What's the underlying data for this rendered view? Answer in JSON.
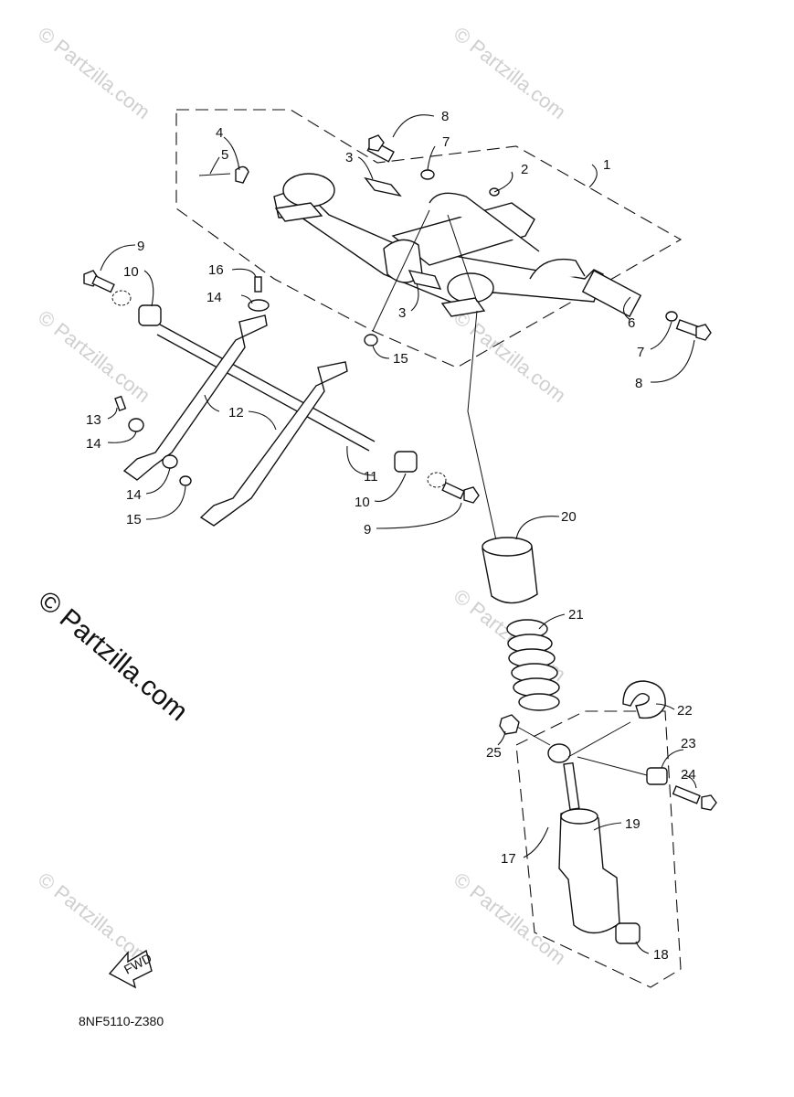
{
  "diagram_code": "8NF5110-Z380",
  "watermark_text": "© Partzilla.com",
  "fwd_label": "FWD",
  "callouts": {
    "c1": "1",
    "c2": "2",
    "c3a": "3",
    "c3b": "3",
    "c4": "4",
    "c5": "5",
    "c6": "6",
    "c7a": "7",
    "c7b": "7",
    "c8a": "8",
    "c8b": "8",
    "c9a": "9",
    "c9b": "9",
    "c10a": "10",
    "c10b": "10",
    "c11": "11",
    "c12": "12",
    "c13": "13",
    "c14a": "14",
    "c14b": "14",
    "c14c": "14",
    "c15a": "15",
    "c15b": "15",
    "c16": "16",
    "c17": "17",
    "c18": "18",
    "c19": "19",
    "c20": "20",
    "c21": "21",
    "c22": "22",
    "c23": "23",
    "c24": "24",
    "c25": "25"
  }
}
